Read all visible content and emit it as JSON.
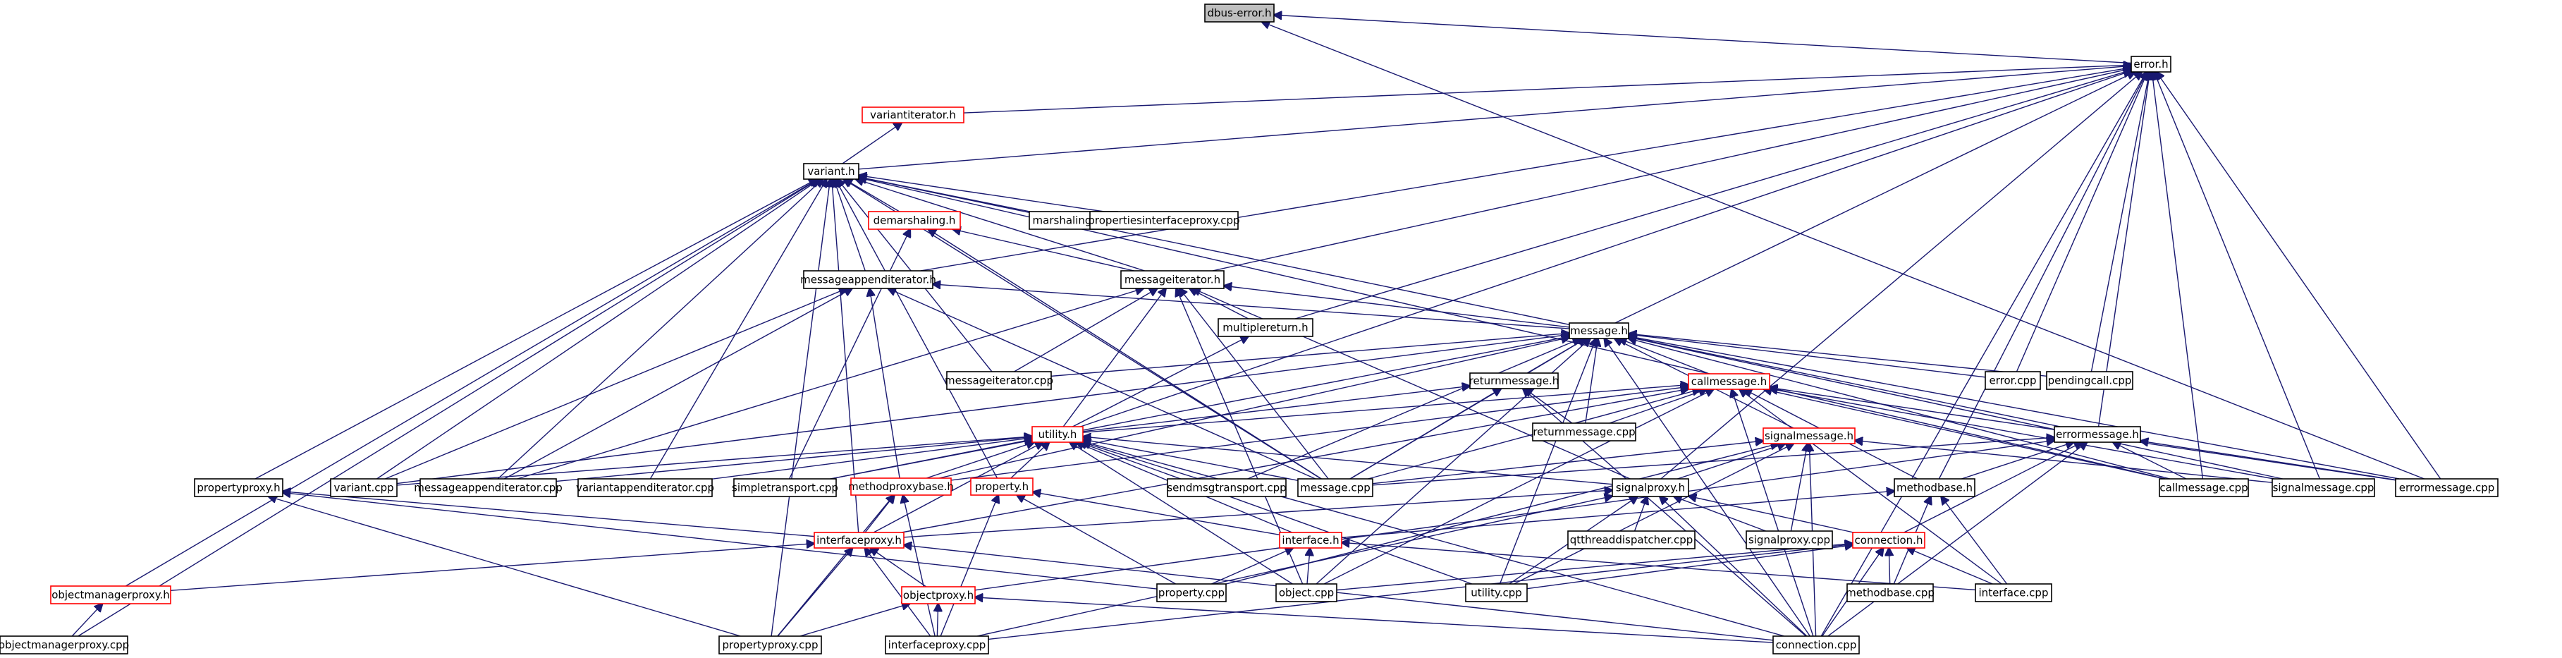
{
  "diagram_title": "",
  "colors": {
    "edge": "#191970",
    "border": "#000000",
    "border_link_missing": "#ff0000",
    "root_fill": "#bfbfbf"
  },
  "nodes": [
    {
      "id": "dbus-error",
      "label": "dbus-error.h",
      "style": "gray"
    },
    {
      "id": "error-h",
      "label": "error.h",
      "style": "black"
    },
    {
      "id": "variantiterator-h",
      "label": "variantiterator.h",
      "style": "red"
    },
    {
      "id": "variant-h",
      "label": "variant.h",
      "style": "black"
    },
    {
      "id": "demarshaling-h",
      "label": "demarshaling.h",
      "style": "red"
    },
    {
      "id": "marshaling-cpp",
      "label": "marshaling.cpp",
      "style": "black"
    },
    {
      "id": "propertiesinterfaceproxy-cpp",
      "label": "propertiesinterfaceproxy.cpp",
      "style": "black"
    },
    {
      "id": "messageappenditerator-h",
      "label": "messageappenditerator.h",
      "style": "black"
    },
    {
      "id": "messageiterator-h",
      "label": "messageiterator.h",
      "style": "black"
    },
    {
      "id": "multiplereturn-h",
      "label": "multiplereturn.h",
      "style": "black"
    },
    {
      "id": "message-h",
      "label": "message.h",
      "style": "black"
    },
    {
      "id": "messageiterator-cpp",
      "label": "messageiterator.cpp",
      "style": "black"
    },
    {
      "id": "returnmessage-h",
      "label": "returnmessage.h",
      "style": "black"
    },
    {
      "id": "callmessage-h",
      "label": "callmessage.h",
      "style": "red"
    },
    {
      "id": "error-cpp",
      "label": "error.cpp",
      "style": "black"
    },
    {
      "id": "pendingcall-cpp",
      "label": "pendingcall.cpp",
      "style": "black"
    },
    {
      "id": "utility-h",
      "label": "utility.h",
      "style": "red"
    },
    {
      "id": "returnmessage-cpp",
      "label": "returnmessage.cpp",
      "style": "black"
    },
    {
      "id": "signalmessage-h",
      "label": "signalmessage.h",
      "style": "red"
    },
    {
      "id": "errormessage-h",
      "label": "errormessage.h",
      "style": "black"
    },
    {
      "id": "propertyproxy-h",
      "label": "propertyproxy.h",
      "style": "black"
    },
    {
      "id": "variant-cpp",
      "label": "variant.cpp",
      "style": "black"
    },
    {
      "id": "messageappenditerator-cpp",
      "label": "messageappenditerator.cpp",
      "style": "black"
    },
    {
      "id": "variantappenditerator-cpp",
      "label": "variantappenditerator.cpp",
      "style": "black"
    },
    {
      "id": "simpletransport-cpp",
      "label": "simpletransport.cpp",
      "style": "black"
    },
    {
      "id": "methodproxybase-h",
      "label": "methodproxybase.h",
      "style": "red"
    },
    {
      "id": "property-h",
      "label": "property.h",
      "style": "red"
    },
    {
      "id": "sendmsgtransport-cpp",
      "label": "sendmsgtransport.cpp",
      "style": "black"
    },
    {
      "id": "message-cpp",
      "label": "message.cpp",
      "style": "black"
    },
    {
      "id": "signalproxy-h",
      "label": "signalproxy.h",
      "style": "black"
    },
    {
      "id": "methodbase-h",
      "label": "methodbase.h",
      "style": "black"
    },
    {
      "id": "callmessage-cpp",
      "label": "callmessage.cpp",
      "style": "black"
    },
    {
      "id": "signalmessage-cpp",
      "label": "signalmessage.cpp",
      "style": "black"
    },
    {
      "id": "errormessage-cpp",
      "label": "errormessage.cpp",
      "style": "black"
    },
    {
      "id": "interfaceproxy-h",
      "label": "interfaceproxy.h",
      "style": "red"
    },
    {
      "id": "interface-h",
      "label": "interface.h",
      "style": "red"
    },
    {
      "id": "qtthreaddispatcher-cpp",
      "label": "qtthreaddispatcher.cpp",
      "style": "black"
    },
    {
      "id": "signalproxy-cpp",
      "label": "signalproxy.cpp",
      "style": "black"
    },
    {
      "id": "connection-h",
      "label": "connection.h",
      "style": "red"
    },
    {
      "id": "objectmanagerproxy-h",
      "label": "objectmanagerproxy.h",
      "style": "red"
    },
    {
      "id": "objectproxy-h",
      "label": "objectproxy.h",
      "style": "red"
    },
    {
      "id": "property-cpp",
      "label": "property.cpp",
      "style": "black"
    },
    {
      "id": "object-cpp",
      "label": "object.cpp",
      "style": "black"
    },
    {
      "id": "utility-cpp",
      "label": "utility.cpp",
      "style": "black"
    },
    {
      "id": "methodbase-cpp",
      "label": "methodbase.cpp",
      "style": "black"
    },
    {
      "id": "interface-cpp",
      "label": "interface.cpp",
      "style": "black"
    },
    {
      "id": "objectmanagerproxy-cpp",
      "label": "objectmanagerproxy.cpp",
      "style": "black"
    },
    {
      "id": "propertyproxy-cpp",
      "label": "propertyproxy.cpp",
      "style": "black"
    },
    {
      "id": "interfaceproxy-cpp",
      "label": "interfaceproxy.cpp",
      "style": "black"
    },
    {
      "id": "connection-cpp",
      "label": "connection.cpp",
      "style": "black"
    }
  ],
  "edges": [
    [
      "dbus-error",
      "error-h"
    ],
    [
      "dbus-error",
      "errormessage-cpp"
    ],
    [
      "error-h",
      "variantiterator-h"
    ],
    [
      "error-h",
      "variant-h"
    ],
    [
      "error-h",
      "messageappenditerator-h"
    ],
    [
      "error-h",
      "messageiterator-h"
    ],
    [
      "error-h",
      "multiplereturn-h"
    ],
    [
      "error-h",
      "message-h"
    ],
    [
      "error-h",
      "error-cpp"
    ],
    [
      "error-h",
      "pendingcall-cpp"
    ],
    [
      "error-h",
      "utility-h"
    ],
    [
      "error-h",
      "errormessage-h"
    ],
    [
      "error-h",
      "methodbase-h"
    ],
    [
      "error-h",
      "callmessage-cpp"
    ],
    [
      "error-h",
      "signalmessage-cpp"
    ],
    [
      "error-h",
      "errormessage-cpp"
    ],
    [
      "error-h",
      "connection-cpp"
    ],
    [
      "error-h",
      "signalproxy-h"
    ],
    [
      "variantiterator-h",
      "variant-h"
    ],
    [
      "variant-h",
      "demarshaling-h"
    ],
    [
      "variant-h",
      "marshaling-cpp"
    ],
    [
      "variant-h",
      "propertiesinterfaceproxy-cpp"
    ],
    [
      "variant-h",
      "messageappenditerator-h"
    ],
    [
      "variant-h",
      "messageiterator-h"
    ],
    [
      "variant-h",
      "message-h"
    ],
    [
      "variant-h",
      "messageiterator-cpp"
    ],
    [
      "variant-h",
      "propertyproxy-h"
    ],
    [
      "variant-h",
      "variant-cpp"
    ],
    [
      "variant-h",
      "messageappenditerator-cpp"
    ],
    [
      "variant-h",
      "variantappenditerator-cpp"
    ],
    [
      "variant-h",
      "property-h"
    ],
    [
      "variant-h",
      "message-cpp"
    ],
    [
      "variant-h",
      "callmessage-cpp"
    ],
    [
      "variant-h",
      "objectmanagerproxy-h"
    ],
    [
      "variant-h",
      "objectmanagerproxy-cpp"
    ],
    [
      "variant-h",
      "propertyproxy-cpp"
    ],
    [
      "variant-h",
      "interfaceproxy-h"
    ],
    [
      "demarshaling-h",
      "messageiterator-h"
    ],
    [
      "demarshaling-h",
      "simpletransport-cpp"
    ],
    [
      "demarshaling-h",
      "message-cpp"
    ],
    [
      "messageappenditerator-h",
      "message-h"
    ],
    [
      "messageappenditerator-h",
      "messageappenditerator-cpp"
    ],
    [
      "messageappenditerator-h",
      "variant-cpp"
    ],
    [
      "messageappenditerator-h",
      "methodproxybase-h"
    ],
    [
      "messageappenditerator-h",
      "message-cpp"
    ],
    [
      "messageiterator-h",
      "multiplereturn-h"
    ],
    [
      "messageiterator-h",
      "message-h"
    ],
    [
      "messageiterator-h",
      "messageiterator-cpp"
    ],
    [
      "messageiterator-h",
      "utility-h"
    ],
    [
      "messageiterator-h",
      "message-cpp"
    ],
    [
      "messageiterator-h",
      "signalproxy-h"
    ],
    [
      "messageiterator-h",
      "object-cpp"
    ],
    [
      "messageiterator-h",
      "messageappenditerator-cpp"
    ],
    [
      "multiplereturn-h",
      "utility-h"
    ],
    [
      "message-h",
      "messageiterator-cpp"
    ],
    [
      "message-h",
      "returnmessage-h"
    ],
    [
      "message-h",
      "callmessage-h"
    ],
    [
      "message-h",
      "error-cpp"
    ],
    [
      "message-h",
      "pendingcall-cpp"
    ],
    [
      "message-h",
      "returnmessage-cpp"
    ],
    [
      "message-h",
      "signalmessage-h"
    ],
    [
      "message-h",
      "errormessage-h"
    ],
    [
      "message-h",
      "message-cpp"
    ],
    [
      "message-h",
      "sendmsgtransport-cpp"
    ],
    [
      "message-h",
      "simpletransport-cpp"
    ],
    [
      "message-h",
      "variant-cpp"
    ],
    [
      "message-h",
      "callmessage-cpp"
    ],
    [
      "message-h",
      "signalmessage-cpp"
    ],
    [
      "message-h",
      "errormessage-cpp"
    ],
    [
      "message-h",
      "utility-cpp"
    ],
    [
      "message-h",
      "object-cpp"
    ],
    [
      "message-h",
      "connection-cpp"
    ],
    [
      "message-h",
      "methodproxybase-h"
    ],
    [
      "returnmessage-h",
      "returnmessage-cpp"
    ],
    [
      "returnmessage-h",
      "utility-h"
    ],
    [
      "returnmessage-h",
      "message-cpp"
    ],
    [
      "returnmessage-h",
      "connection-cpp"
    ],
    [
      "callmessage-h",
      "utility-h"
    ],
    [
      "callmessage-h",
      "returnmessage-cpp"
    ],
    [
      "callmessage-h",
      "callmessage-cpp"
    ],
    [
      "callmessage-h",
      "message-cpp"
    ],
    [
      "callmessage-h",
      "methodbase-h"
    ],
    [
      "callmessage-h",
      "interface-cpp"
    ],
    [
      "callmessage-h",
      "object-cpp"
    ],
    [
      "callmessage-h",
      "connection-cpp"
    ],
    [
      "callmessage-h",
      "errormessage-cpp"
    ],
    [
      "callmessage-h",
      "methodproxybase-h"
    ],
    [
      "callmessage-h",
      "signalmessage-cpp"
    ],
    [
      "callmessage-h",
      "interfaceproxy-h"
    ],
    [
      "signalmessage-h",
      "signalproxy-h"
    ],
    [
      "signalmessage-h",
      "signalmessage-cpp"
    ],
    [
      "signalmessage-h",
      "signalproxy-cpp"
    ],
    [
      "signalmessage-h",
      "message-cpp"
    ],
    [
      "signalmessage-h",
      "property-cpp"
    ],
    [
      "signalmessage-h",
      "connection-cpp"
    ],
    [
      "signalmessage-h",
      "utility-cpp"
    ],
    [
      "errormessage-h",
      "errormessage-cpp"
    ],
    [
      "errormessage-h",
      "callmessage-cpp"
    ],
    [
      "errormessage-h",
      "message-cpp"
    ],
    [
      "errormessage-h",
      "methodbase-h"
    ],
    [
      "errormessage-h",
      "connection-h"
    ],
    [
      "errormessage-h",
      "connection-cpp"
    ],
    [
      "errormessage-h",
      "objectproxy-h"
    ],
    [
      "utility-h",
      "variant-cpp"
    ],
    [
      "utility-h",
      "messageappenditerator-cpp"
    ],
    [
      "utility-h",
      "variantappenditerator-cpp"
    ],
    [
      "utility-h",
      "simpletransport-cpp"
    ],
    [
      "utility-h",
      "methodproxybase-h"
    ],
    [
      "utility-h",
      "property-h"
    ],
    [
      "utility-h",
      "sendmsgtransport-cpp"
    ],
    [
      "utility-h",
      "message-cpp"
    ],
    [
      "utility-h",
      "signalproxy-h"
    ],
    [
      "utility-h",
      "interface-h"
    ],
    [
      "utility-h",
      "utility-cpp"
    ],
    [
      "utility-h",
      "object-cpp"
    ],
    [
      "utility-h",
      "connection-cpp"
    ],
    [
      "utility-h",
      "interfaceproxy-h"
    ],
    [
      "propertyproxy-h",
      "interfaceproxy-h"
    ],
    [
      "propertyproxy-h",
      "propertyproxy-cpp"
    ],
    [
      "propertyproxy-h",
      "property-cpp"
    ],
    [
      "methodproxybase-h",
      "interfaceproxy-h"
    ],
    [
      "methodproxybase-h",
      "propertyproxy-cpp"
    ],
    [
      "methodproxybase-h",
      "interfaceproxy-cpp"
    ],
    [
      "property-h",
      "interface-h"
    ],
    [
      "property-h",
      "property-cpp"
    ],
    [
      "property-h",
      "interfaceproxy-cpp"
    ],
    [
      "signalproxy-h",
      "qtthreaddispatcher-cpp"
    ],
    [
      "signalproxy-h",
      "signalproxy-cpp"
    ],
    [
      "signalproxy-h",
      "connection-h"
    ],
    [
      "signalproxy-h",
      "interfaceproxy-h"
    ],
    [
      "signalproxy-h",
      "utility-cpp"
    ],
    [
      "signalproxy-h",
      "interfaceproxy-cpp"
    ],
    [
      "signalproxy-h",
      "connection-cpp"
    ],
    [
      "methodbase-h",
      "methodbase-cpp"
    ],
    [
      "methodbase-h",
      "interface-cpp"
    ],
    [
      "methodbase-h",
      "interface-h"
    ],
    [
      "interfaceproxy-h",
      "objectmanagerproxy-h"
    ],
    [
      "interfaceproxy-h",
      "objectproxy-h"
    ],
    [
      "interfaceproxy-h",
      "propertyproxy-cpp"
    ],
    [
      "interfaceproxy-h",
      "interfaceproxy-cpp"
    ],
    [
      "interfaceproxy-h",
      "connection-cpp"
    ],
    [
      "interface-h",
      "property-cpp"
    ],
    [
      "interface-h",
      "object-cpp"
    ],
    [
      "interface-h",
      "interface-cpp"
    ],
    [
      "connection-h",
      "methodbase-cpp"
    ],
    [
      "connection-h",
      "interface-cpp"
    ],
    [
      "connection-h",
      "utility-cpp"
    ],
    [
      "connection-h",
      "object-cpp"
    ],
    [
      "connection-h",
      "connection-cpp"
    ],
    [
      "connection-h",
      "interfaceproxy-cpp"
    ],
    [
      "objectmanagerproxy-h",
      "objectmanagerproxy-cpp"
    ],
    [
      "objectproxy-h",
      "propertyproxy-cpp"
    ],
    [
      "objectproxy-h",
      "interfaceproxy-cpp"
    ],
    [
      "objectproxy-h",
      "connection-cpp"
    ]
  ]
}
